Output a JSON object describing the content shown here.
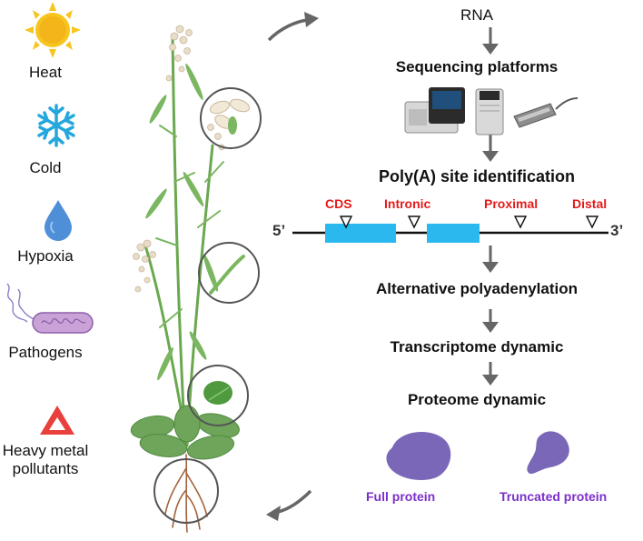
{
  "stresses": [
    {
      "label": "Heat",
      "icon": "sun-icon"
    },
    {
      "label": "Cold",
      "icon": "snowflake-icon"
    },
    {
      "label": "Hypoxia",
      "icon": "water-drop-icon"
    },
    {
      "label": "Pathogens",
      "icon": "bacterium-icon"
    },
    {
      "label": "Heavy metal\npollutants",
      "icon": "warning-triangle-icon"
    }
  ],
  "workflow": {
    "rna": "RNA",
    "sequencing": "Sequencing platforms",
    "identification": "Poly(A) site identification",
    "apa": "Alternative polyadenylation",
    "transcriptome": "Transcriptome dynamic",
    "proteome": "Proteome dynamic"
  },
  "gene_model": {
    "five_prime": "5’",
    "three_prime": "3’",
    "sites": [
      "CDS",
      "Intronic",
      "Proximal",
      "Distal"
    ]
  },
  "proteins": {
    "full": "Full protein",
    "truncated": "Truncated protein"
  },
  "colors": {
    "site_label": "#e31b1b",
    "exon": "#2ab8ef",
    "protein_text": "#7b2fc9",
    "protein_shape": "#7b67b8",
    "arrow": "#666666",
    "sun": "#f7c51e",
    "snowflake": "#24a7dc",
    "drop": "#4f8fd8",
    "triangle": "#e8403d",
    "stem": "#6aa84f"
  }
}
